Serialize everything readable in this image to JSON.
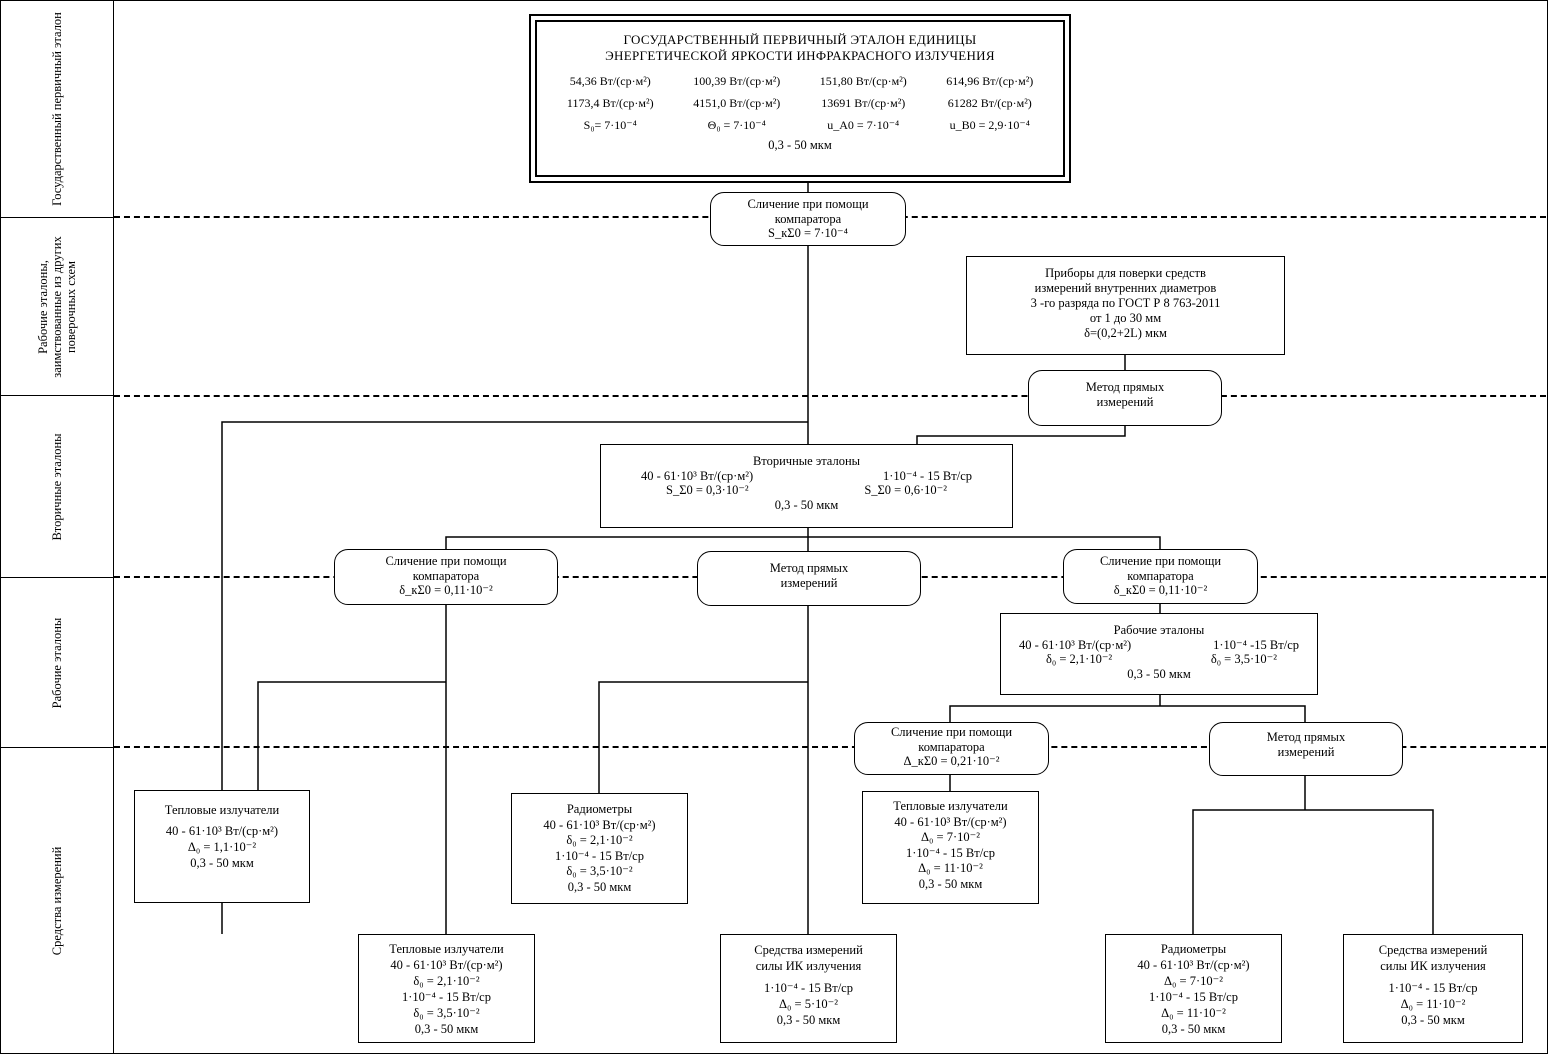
{
  "side_labels": [
    "Государственный первичный эталон",
    "Рабочие эталоны, заимствованные из других поверочных схем",
    "Вторичные эталоны",
    "Рабочие эталоны",
    "Средства измерений"
  ],
  "primary": {
    "title1": "ГОСУДАРСТВЕННЫЙ ПЕРВИЧНЫЙ ЭТАЛОН ЕДИНИЦЫ",
    "title2": "ЭНЕРГЕТИЧЕСКОЙ ЯРКОСТИ ИНФРАКРАСНОГО ИЗЛУЧЕНИЯ",
    "values": [
      "54,36 Вт/(ср·м²)",
      "100,39 Вт/(ср·м²)",
      "151,80 Вт/(ср·м²)",
      "614,96 Вт/(ср·м²)",
      "1173,4 Вт/(ср·м²)",
      "4151,0 Вт/(ср·м²)",
      "13691 Вт/(ср·м²)",
      "61282 Вт/(ср·м²)"
    ],
    "params": [
      "S₀= 7·10⁻⁴",
      "Θ₀ = 7·10⁻⁴",
      "u_A0 = 7·10⁻⁴",
      "u_B0 = 2,9·10⁻⁴"
    ],
    "range": "0,3 - 50 мкм"
  },
  "cmp1": {
    "line1": "Сличение при помощи",
    "line2": "компаратора",
    "line3": "S_кΣ0 = 7·10⁻⁴"
  },
  "borrowed": {
    "line1": "Приборы для поверки средств",
    "line2": "измерений внутренних диаметров",
    "line3": "3 -го разряда по ГОСТ Р 8 763-2011",
    "line4": "от 1 до 30 мм",
    "line5": "δ=(0,2+2L) мкм"
  },
  "direct1": {
    "line1": "Метод прямых",
    "line2": "измерений"
  },
  "secondary": {
    "title": "Вторичные эталоны",
    "a1": "40 - 61·10³ Вт/(ср·м²)",
    "b1": "1·10⁻⁴ - 15 Вт/ср",
    "a2": "S_Σ0 = 0,3·10⁻²",
    "b2": "S_Σ0 = 0,6·10⁻²",
    "range": "0,3 - 50 мкм"
  },
  "cmp2": {
    "line1": "Сличение при помощи",
    "line2": "компаратора",
    "line3": "δ_кΣ0 = 0,11·10⁻²"
  },
  "direct2": {
    "line1": "Метод прямых",
    "line2": "измерений"
  },
  "cmp3": {
    "line1": "Сличение при помощи",
    "line2": "компаратора",
    "line3": "δ_кΣ0 = 0,11·10⁻²"
  },
  "working": {
    "title": "Рабочие эталоны",
    "a1": "40 - 61·10³ Вт/(ср·м²)",
    "b1": "1·10⁻⁴ -15 Вт/ср",
    "a2": "δ₀ = 2,1·10⁻²",
    "b2": "δ₀ = 3,5·10⁻²",
    "range": "0,3 - 50 мкм"
  },
  "cmp4": {
    "line1": "Сличение при помощи",
    "line2": "компаратора",
    "line3": "Δ_кΣ0 = 0,21·10⁻²"
  },
  "direct3": {
    "line1": "Метод прямых",
    "line2": "измерений"
  },
  "m1": {
    "l1": "Тепловые излучатели",
    "l2": "40 - 61·10³ Вт/(ср·м²)",
    "l3": "Δ₀ = 1,1·10⁻²",
    "l4": "0,3 - 50 мкм"
  },
  "m2": {
    "l1": "Радиометры",
    "l2": "40 - 61·10³ Вт/(ср·м²)",
    "l3": "δ₀ = 2,1·10⁻²",
    "l4": "1·10⁻⁴ - 15 Вт/ср",
    "l5": "δ₀ = 3,5·10⁻²",
    "l6": "0,3 - 50 мкм"
  },
  "m3": {
    "l1": "Тепловые излучатели",
    "l2": "40 - 61·10³ Вт/(ср·м²)",
    "l3": "Δ₀ = 7·10⁻²",
    "l4": "1·10⁻⁴ - 15 Вт/ср",
    "l5": "Δ₀ = 11·10⁻²",
    "l6": "0,3 - 50 мкм"
  },
  "m4": {
    "l1": "Тепловые излучатели",
    "l2": "40 - 61·10³ Вт/(ср·м²)",
    "l3": "δ₀ = 2,1·10⁻²",
    "l4": "1·10⁻⁴ - 15 Вт/ср",
    "l5": "δ₀ = 3,5·10⁻²",
    "l6": "0,3 - 50 мкм"
  },
  "m5": {
    "l1": "Средства измерений",
    "l2": "силы ИК излучения",
    "l3": "1·10⁻⁴ - 15 Вт/ср",
    "l4": "Δ₀ = 5·10⁻²",
    "l5": "0,3 - 50 мкм"
  },
  "m6": {
    "l1": "Радиометры",
    "l2": "40 - 61·10³ Вт/(ср·м²)",
    "l3": "Δ₀ = 7·10⁻²",
    "l4": "1·10⁻⁴ - 15 Вт/ср",
    "l5": "Δ₀ = 11·10⁻²",
    "l6": "0,3 - 50 мкм"
  },
  "m7": {
    "l1": "Средства измерений",
    "l2": "силы ИК излучения",
    "l3": "1·10⁻⁴ - 15 Вт/ср",
    "l4": "Δ₀ = 11·10⁻²",
    "l5": "0,3 - 50 мкм"
  }
}
